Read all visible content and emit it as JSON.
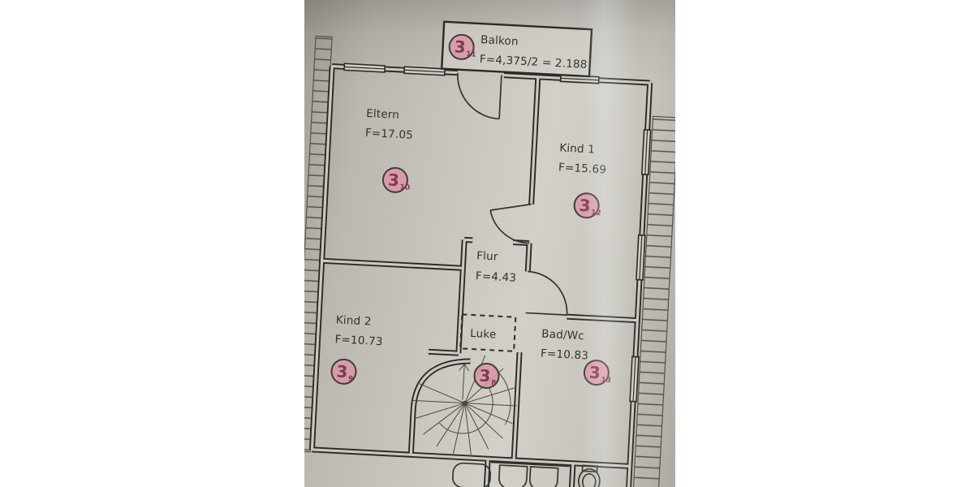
{
  "photo": {
    "balkon": {
      "label": "Balkon",
      "area": "F=4,375/2 = 2.188",
      "marker": {
        "num": "3",
        "sub": "11"
      }
    },
    "rooms": {
      "eltern": {
        "label": "Eltern",
        "area": "F=17.05",
        "marker": {
          "num": "3",
          "sub": "10"
        }
      },
      "kind1": {
        "label": "Kind 1",
        "area": "F=15.69",
        "marker": {
          "num": "3",
          "sub": "12"
        }
      },
      "flur": {
        "label": "Flur",
        "area": "F=4.43"
      },
      "kind2": {
        "label": "Kind 2",
        "area": "F=10.73",
        "marker": {
          "num": "3",
          "sub": "9"
        }
      },
      "bad": {
        "label": "Bad/Wc",
        "area": "F=10.83",
        "marker": {
          "num": "3",
          "sub": "13"
        }
      },
      "stairs": {
        "marker": {
          "num": "3",
          "sub": "8"
        }
      },
      "luke": {
        "label": "Luke"
      }
    },
    "colors": {
      "paper": "#c9c6bf",
      "line": "#2b2a27",
      "marker_fill": "#d897a8",
      "marker_text": "#813952"
    }
  }
}
